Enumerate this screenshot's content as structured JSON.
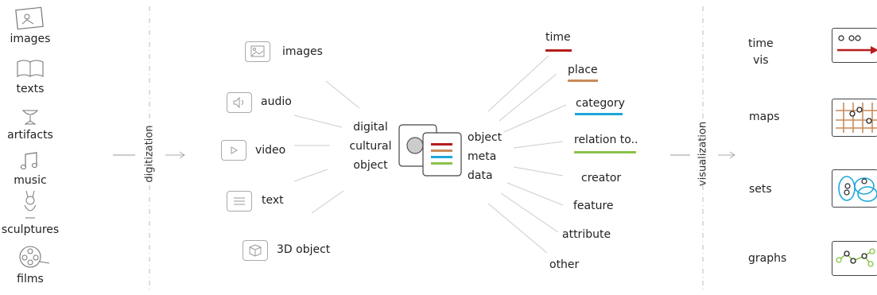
{
  "sources": [
    "images",
    "texts",
    "artifacts",
    "music",
    "sculptures",
    "films"
  ],
  "stages": {
    "digitization": "digitization",
    "visualization": "visualization"
  },
  "media_types": [
    "images",
    "audio",
    "video",
    "text",
    "3D object"
  ],
  "center_object": [
    "digital",
    "cultural",
    "object"
  ],
  "metadata_label": [
    "object",
    "meta",
    "data"
  ],
  "metadata_fields": [
    {
      "label": "time",
      "color": "#b71c1c"
    },
    {
      "label": "place",
      "color": "#c98a5a"
    },
    {
      "label": "category",
      "color": "#1ca7db"
    },
    {
      "label": "relation to..",
      "color": "#8bc34a"
    },
    {
      "label": "creator",
      "color": ""
    },
    {
      "label": "feature",
      "color": ""
    },
    {
      "label": "attribute",
      "color": ""
    },
    {
      "label": "other",
      "color": ""
    }
  ],
  "visualizations": [
    {
      "label": "time\nvis",
      "icon": "timeline-icon"
    },
    {
      "label": "maps",
      "icon": "map-grid-icon"
    },
    {
      "label": "sets",
      "icon": "sets-icon"
    },
    {
      "label": "graphs",
      "icon": "graph-icon"
    }
  ]
}
